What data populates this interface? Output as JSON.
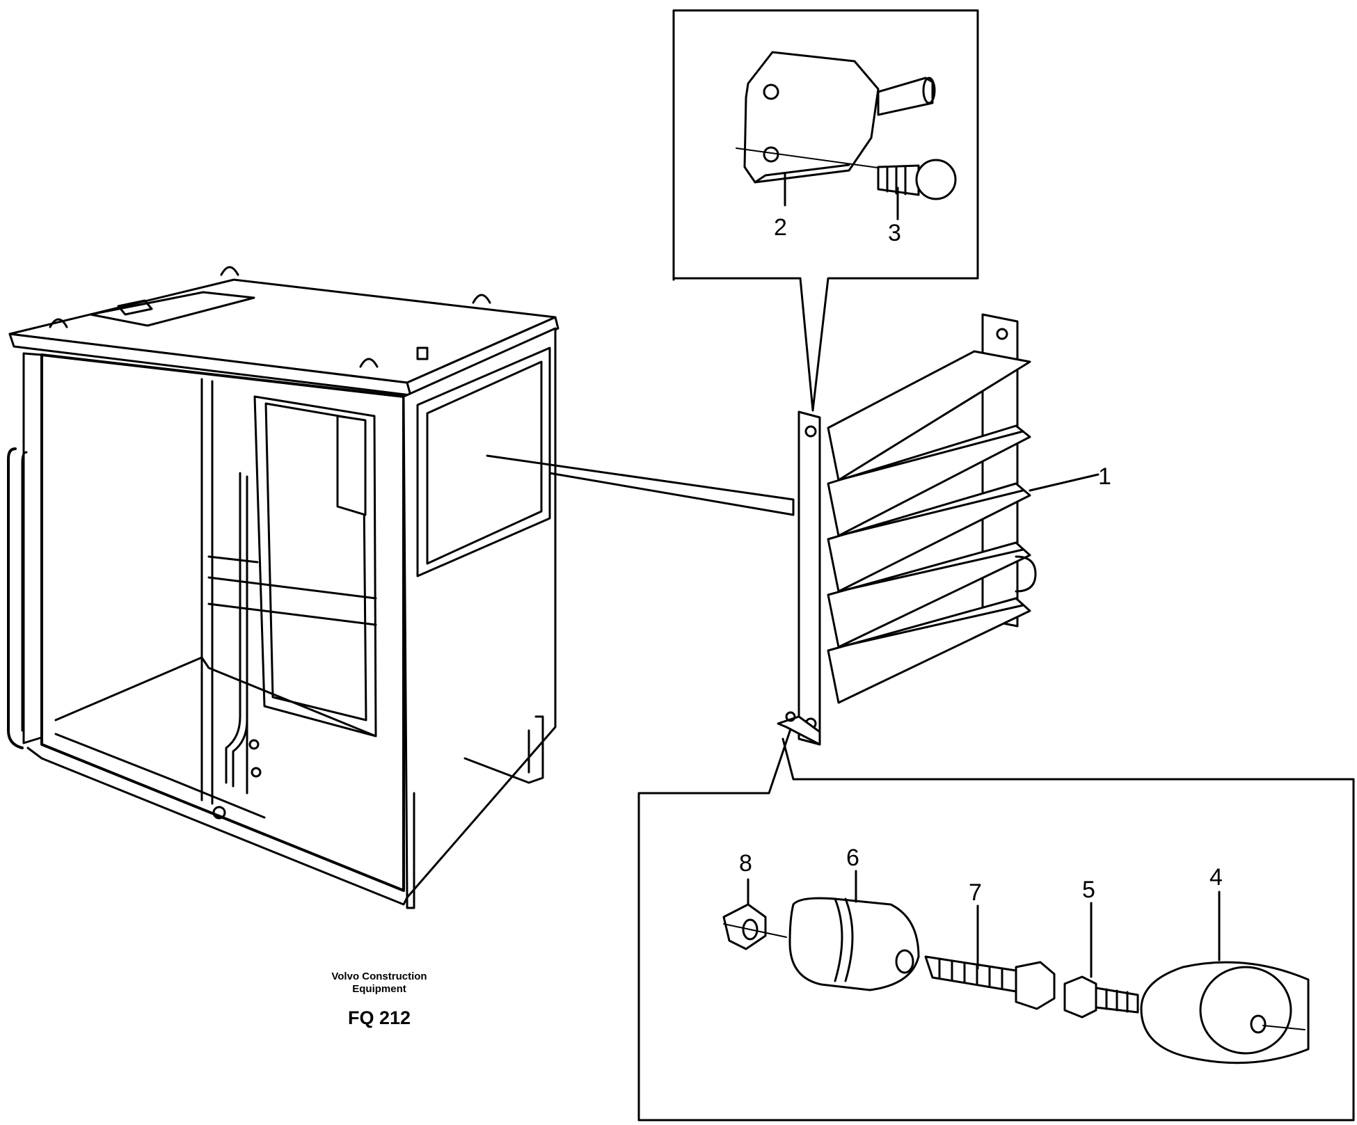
{
  "caption": {
    "company_line1": "Volvo Construction",
    "company_line2": "Equipment",
    "code": "FQ 212"
  },
  "callouts": [
    "1",
    "2",
    "3",
    "4",
    "5",
    "6",
    "7",
    "8"
  ]
}
